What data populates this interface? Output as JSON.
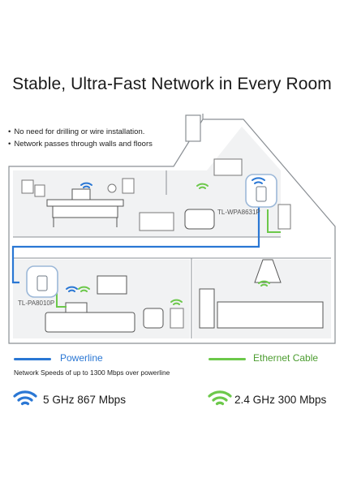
{
  "headline": "Stable, Ultra-Fast Network in Every Room",
  "bullets": [
    "No need for drilling or wire installation.",
    "Network passes through walls and floors"
  ],
  "devices": {
    "upstairs_label": "TL-WPA8631P",
    "downstairs_label": "TL-PA8010P"
  },
  "legend": {
    "powerline_label": "Powerline",
    "ethernet_label": "Ethernet Cable",
    "speed_note": "Network Speeds of up to 1300 Mbps over powerline"
  },
  "bands": {
    "band5": "5 GHz  867 Mbps",
    "band24": "2.4 GHz  300 Mbps"
  },
  "colors": {
    "powerline": "#2a77d4",
    "ethernet": "#6cc84a",
    "house_line": "#8a8f94",
    "room_fill": "#f1f2f3"
  },
  "icons": {
    "band5": "wifi-icon-blue",
    "band24": "wifi-icon-green"
  }
}
